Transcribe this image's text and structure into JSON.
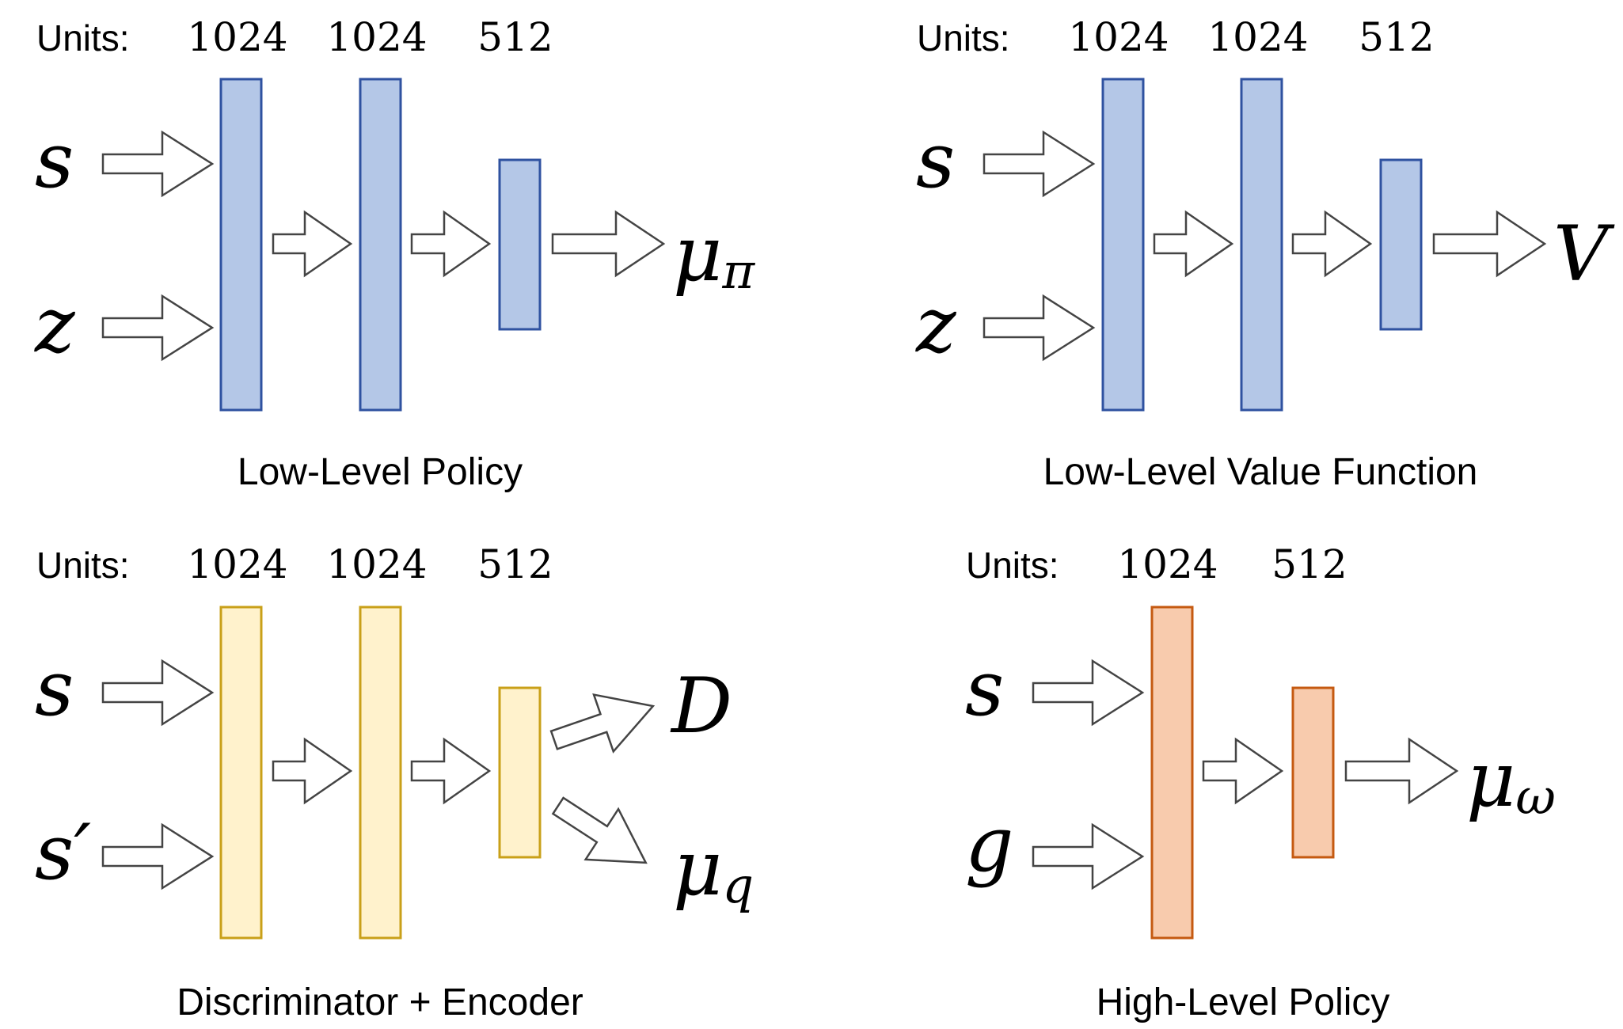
{
  "colors": {
    "blue_fill": "#b4c7e7",
    "blue_stroke": "#2f52a0",
    "yellow_fill": "#fff2cc",
    "yellow_stroke": "#c9a019",
    "orange_fill": "#f8cbad",
    "orange_stroke": "#c55a11"
  },
  "panels": [
    {
      "id": "low-level-policy",
      "caption": "Low-Level Policy",
      "units_label": "Units:",
      "layers": [
        "1024",
        "1024",
        "512"
      ],
      "color": "blue",
      "inputs": [
        "s",
        "z"
      ],
      "outputs": [
        {
          "main": "μ",
          "sub": "π"
        }
      ]
    },
    {
      "id": "low-level-value-function",
      "caption": "Low-Level Value Function",
      "units_label": "Units:",
      "layers": [
        "1024",
        "1024",
        "512"
      ],
      "color": "blue",
      "inputs": [
        "s",
        "z"
      ],
      "outputs": [
        {
          "main": "V",
          "sub": ""
        }
      ]
    },
    {
      "id": "discriminator-encoder",
      "caption": "Discriminator + Encoder",
      "units_label": "Units:",
      "layers": [
        "1024",
        "1024",
        "512"
      ],
      "color": "yellow",
      "inputs": [
        "s",
        "s′"
      ],
      "outputs": [
        {
          "main": "D",
          "sub": ""
        },
        {
          "main": "μ",
          "sub": "q"
        }
      ]
    },
    {
      "id": "high-level-policy",
      "caption": "High-Level Policy",
      "units_label": "Units:",
      "layers": [
        "1024",
        "512"
      ],
      "color": "orange",
      "inputs": [
        "s",
        "g"
      ],
      "outputs": [
        {
          "main": "μ",
          "sub": "ω"
        }
      ]
    }
  ]
}
